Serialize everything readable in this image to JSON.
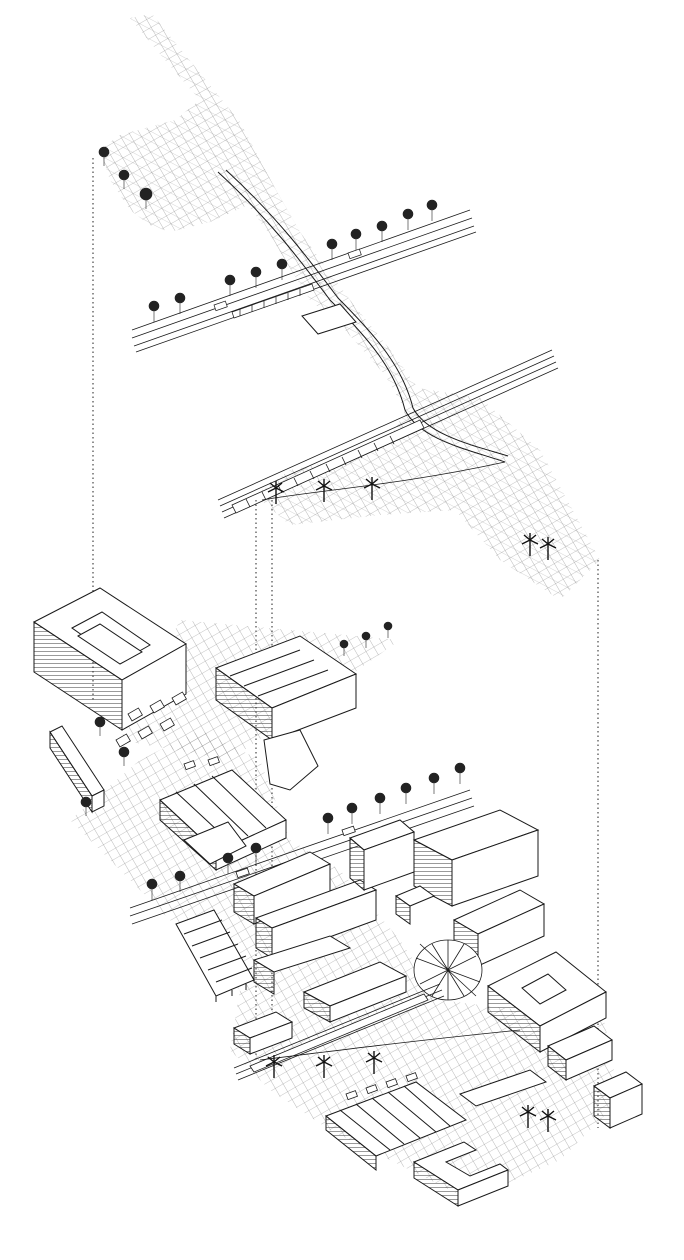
{
  "figure": {
    "kind": "exploded axonometric urban diagram",
    "style": {
      "line_color": "#1a1a1a",
      "hatch_color": "#8a8a8a",
      "fill_color": "#ffffff",
      "background": "#ffffff"
    },
    "layers": [
      {
        "id": "upper-layer",
        "content": [
          "public-space-hatch",
          "pedestrian-bridge",
          "tram-line",
          "street-trees",
          "palm-trees"
        ]
      },
      {
        "id": "lower-layer",
        "content": [
          "courtyard-buildings",
          "slab-buildings",
          "sawtooth-halls",
          "geodesic-dome",
          "rail-corridor",
          "street-trees",
          "palm-trees",
          "parked-cars"
        ]
      }
    ],
    "projection_lines": "dotted"
  }
}
